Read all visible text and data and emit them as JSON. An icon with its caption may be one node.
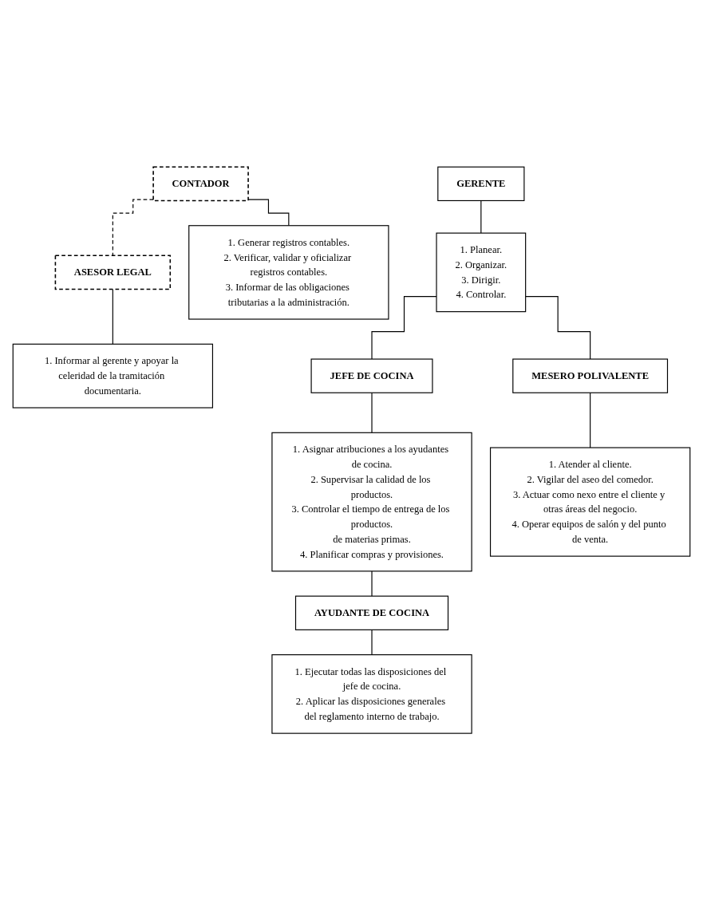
{
  "diagram": {
    "nodes": [
      {
        "text": [
          "GERENTE"
        ]
      },
      {
        "text": [
          "CONTADOR"
        ]
      },
      {
        "text": [
          "ASESOR LEGAL"
        ]
      },
      {
        "text": [
          "1. Generar registros contables.",
          "2. Verificar, validar y oficializar registros contables.",
          "3. Informar de las obligaciones tributarias a la administración."
        ]
      },
      {
        "text": [
          "1. Planear.",
          "2. Organizar.",
          "3. Dirigir.",
          "4. Controlar."
        ]
      },
      {
        "text": [
          "1. Informar al gerente y apoyar la celeridad de la tramitación documentaria."
        ]
      },
      {
        "text": [
          "JEFE DE COCINA"
        ]
      },
      {
        "text": [
          "MESERO POLIVALENTE"
        ]
      },
      {
        "text": [
          "1. Asignar atribuciones a los ayudantes de cocina.",
          "2. Supervisar la calidad de los productos.",
          "3. Controlar el tiempo de entrega de los productos.",
          "de materias primas.",
          "4. Planificar compras y provisiones."
        ]
      },
      {
        "text": [
          "1. Atender al cliente.",
          "2. Vigilar del aseo del comedor.",
          "3. Actuar como nexo entre el cliente y otras áreas del negocio.",
          "4. Operar equipos de salón y del punto de venta."
        ]
      },
      {
        "text": [
          "AYUDANTE DE COCINA"
        ]
      },
      {
        "text": [
          "1. Ejecutar todas las disposiciones del jefe de cocina.",
          "2. Aplicar las disposiciones generales del reglamento interno de trabajo."
        ]
      }
    ],
    "edges": [
      {
        "from": 1,
        "to": 2,
        "arrow": "none",
        "style": "dashed"
      },
      {
        "from": 0,
        "to": 4,
        "arrow": "none"
      },
      {
        "from": 1,
        "to": 3,
        "arrow": "none"
      },
      {
        "from": 2,
        "to": 5,
        "arrow": "none"
      },
      {
        "from": 4,
        "to": 6,
        "arrow": "none"
      },
      {
        "from": 4,
        "to": 7,
        "arrow": "none"
      },
      {
        "from": 6,
        "to": 8,
        "arrow": "none"
      },
      {
        "from": 7,
        "to": 9,
        "arrow": "none"
      },
      {
        "from": 8,
        "to": 10,
        "arrow": "none"
      },
      {
        "from": 10,
        "to": 11,
        "arrow": "none"
      }
    ]
  }
}
